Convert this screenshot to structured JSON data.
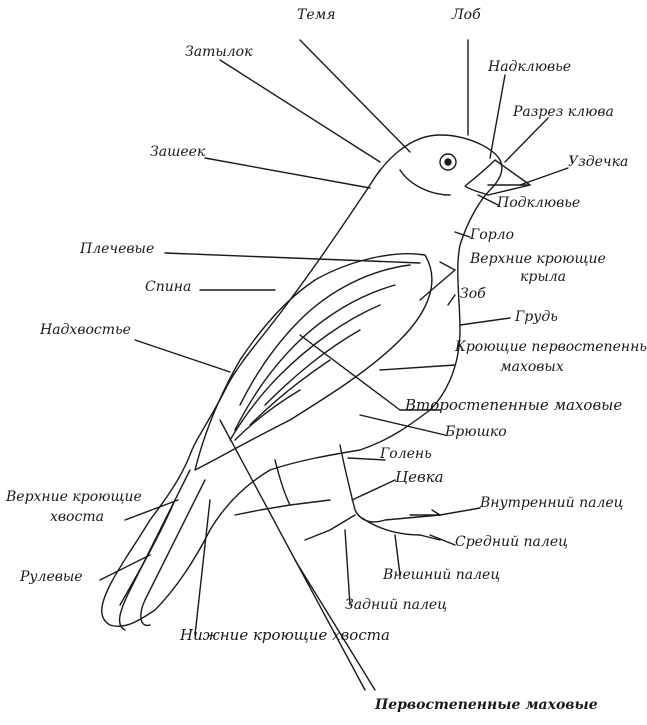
{
  "labels": {
    "temya": "Темя",
    "lob": "Лоб",
    "zatylok": "Затылок",
    "nadklyuve": "Надклювье",
    "razrez_klyuva": "Разрез клюва",
    "zasheek": "Зашеек",
    "uzdechka": "Уздечка",
    "podklyuve": "Подклювье",
    "gorlo": "Горло",
    "plechevye": "Плечевые",
    "verkhnie_kroyushchie_kryla_1": "Верхние кроющие",
    "verkhnie_kroyushchie_kryla_2": "крыла",
    "spina": "Спина",
    "zob": "Зоб",
    "grud": "Грудь",
    "nadkhvostie": "Надхвостье",
    "kroyushchie_pervostepennykh_1": "Кроющие первостепенных",
    "kroyushchie_pervostepennykh_2": "маховых",
    "vtorostepennye_makhovye": "Второстепенные маховые",
    "bryushko": "Брюшко",
    "golen": "Голень",
    "tsevka": "Цевка",
    "verkhnie_kroyushchie_khvosta_1": "Верхние кроющие",
    "verkhnie_kroyushchie_khvosta_2": "хвоста",
    "vnutrenniy_palets": "Внутренний палец",
    "sredniy_palets": "Средний палец",
    "rulevye": "Рулевые",
    "vneshniy_palets": "Внешний палец",
    "zadniy_palets": "Задний палец",
    "nizhnie_kroyushchie_khvosta": "Нижние кроющие хвоста",
    "pervostepennye_makhovye": "Первостепенные маховые"
  }
}
